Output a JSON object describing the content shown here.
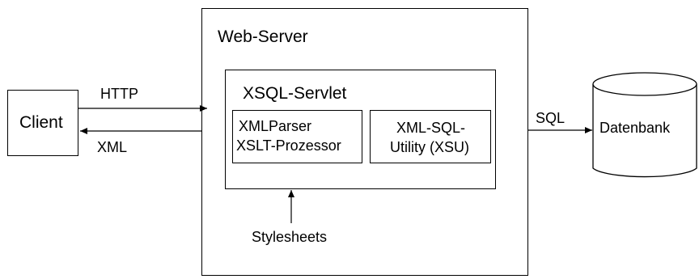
{
  "client": {
    "label": "Client"
  },
  "web_server": {
    "title": "Web-Server"
  },
  "xsql_servlet": {
    "title": "XSQL-Servlet",
    "parser_box": {
      "line1": "XMLParser",
      "line2": "XSLT-Prozessor"
    },
    "xsu_box": {
      "line1": "XML-SQL-",
      "line2": "Utility (XSU)"
    }
  },
  "edges": {
    "http": "HTTP",
    "xml": "XML",
    "sql": "SQL",
    "stylesheets": "Stylesheets"
  },
  "database": {
    "label": "Datenbank"
  }
}
